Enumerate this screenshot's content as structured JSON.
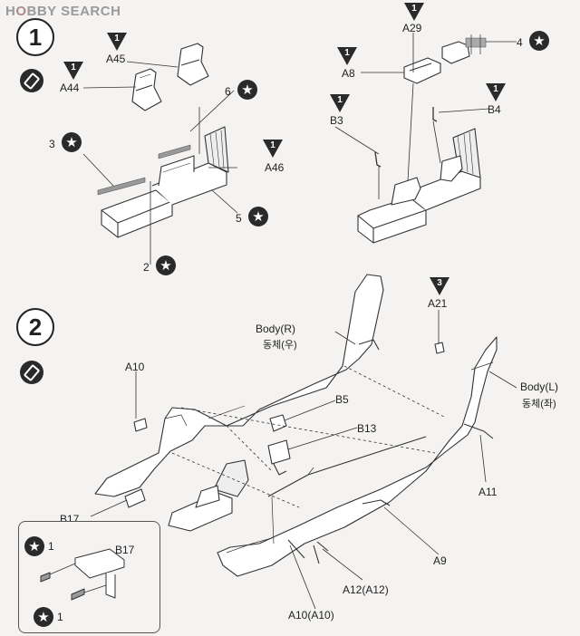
{
  "watermark": {
    "brand_left": "H",
    "brand_right": "BBY SEARCH",
    "brand_mid": "O"
  },
  "step1": {
    "number": "1",
    "parts": {
      "A45": "A45",
      "A44": "A44",
      "A46": "A46",
      "A29": "A29",
      "A8": "A8",
      "B3": "B3",
      "B4": "B4"
    },
    "callouts": {
      "c6": "6",
      "c3": "3",
      "c5": "5",
      "c2": "2",
      "c4": "4"
    }
  },
  "step2": {
    "number": "2",
    "labels": {
      "body_r": "Body(R)",
      "body_r_ko": "동체(우)",
      "body_l": "Body(L)",
      "body_l_ko": "동체(좌)",
      "a10": "A10",
      "b5": "B5",
      "b13": "B13",
      "a21": "A21",
      "b17": "B17",
      "a11": "A11",
      "a9": "A9",
      "a12": "A12(A12)",
      "a10b": "A10(A10)"
    },
    "a21_marker": "3",
    "inset": {
      "b17": "B17",
      "one_top": "1",
      "one_bottom": "1"
    }
  }
}
